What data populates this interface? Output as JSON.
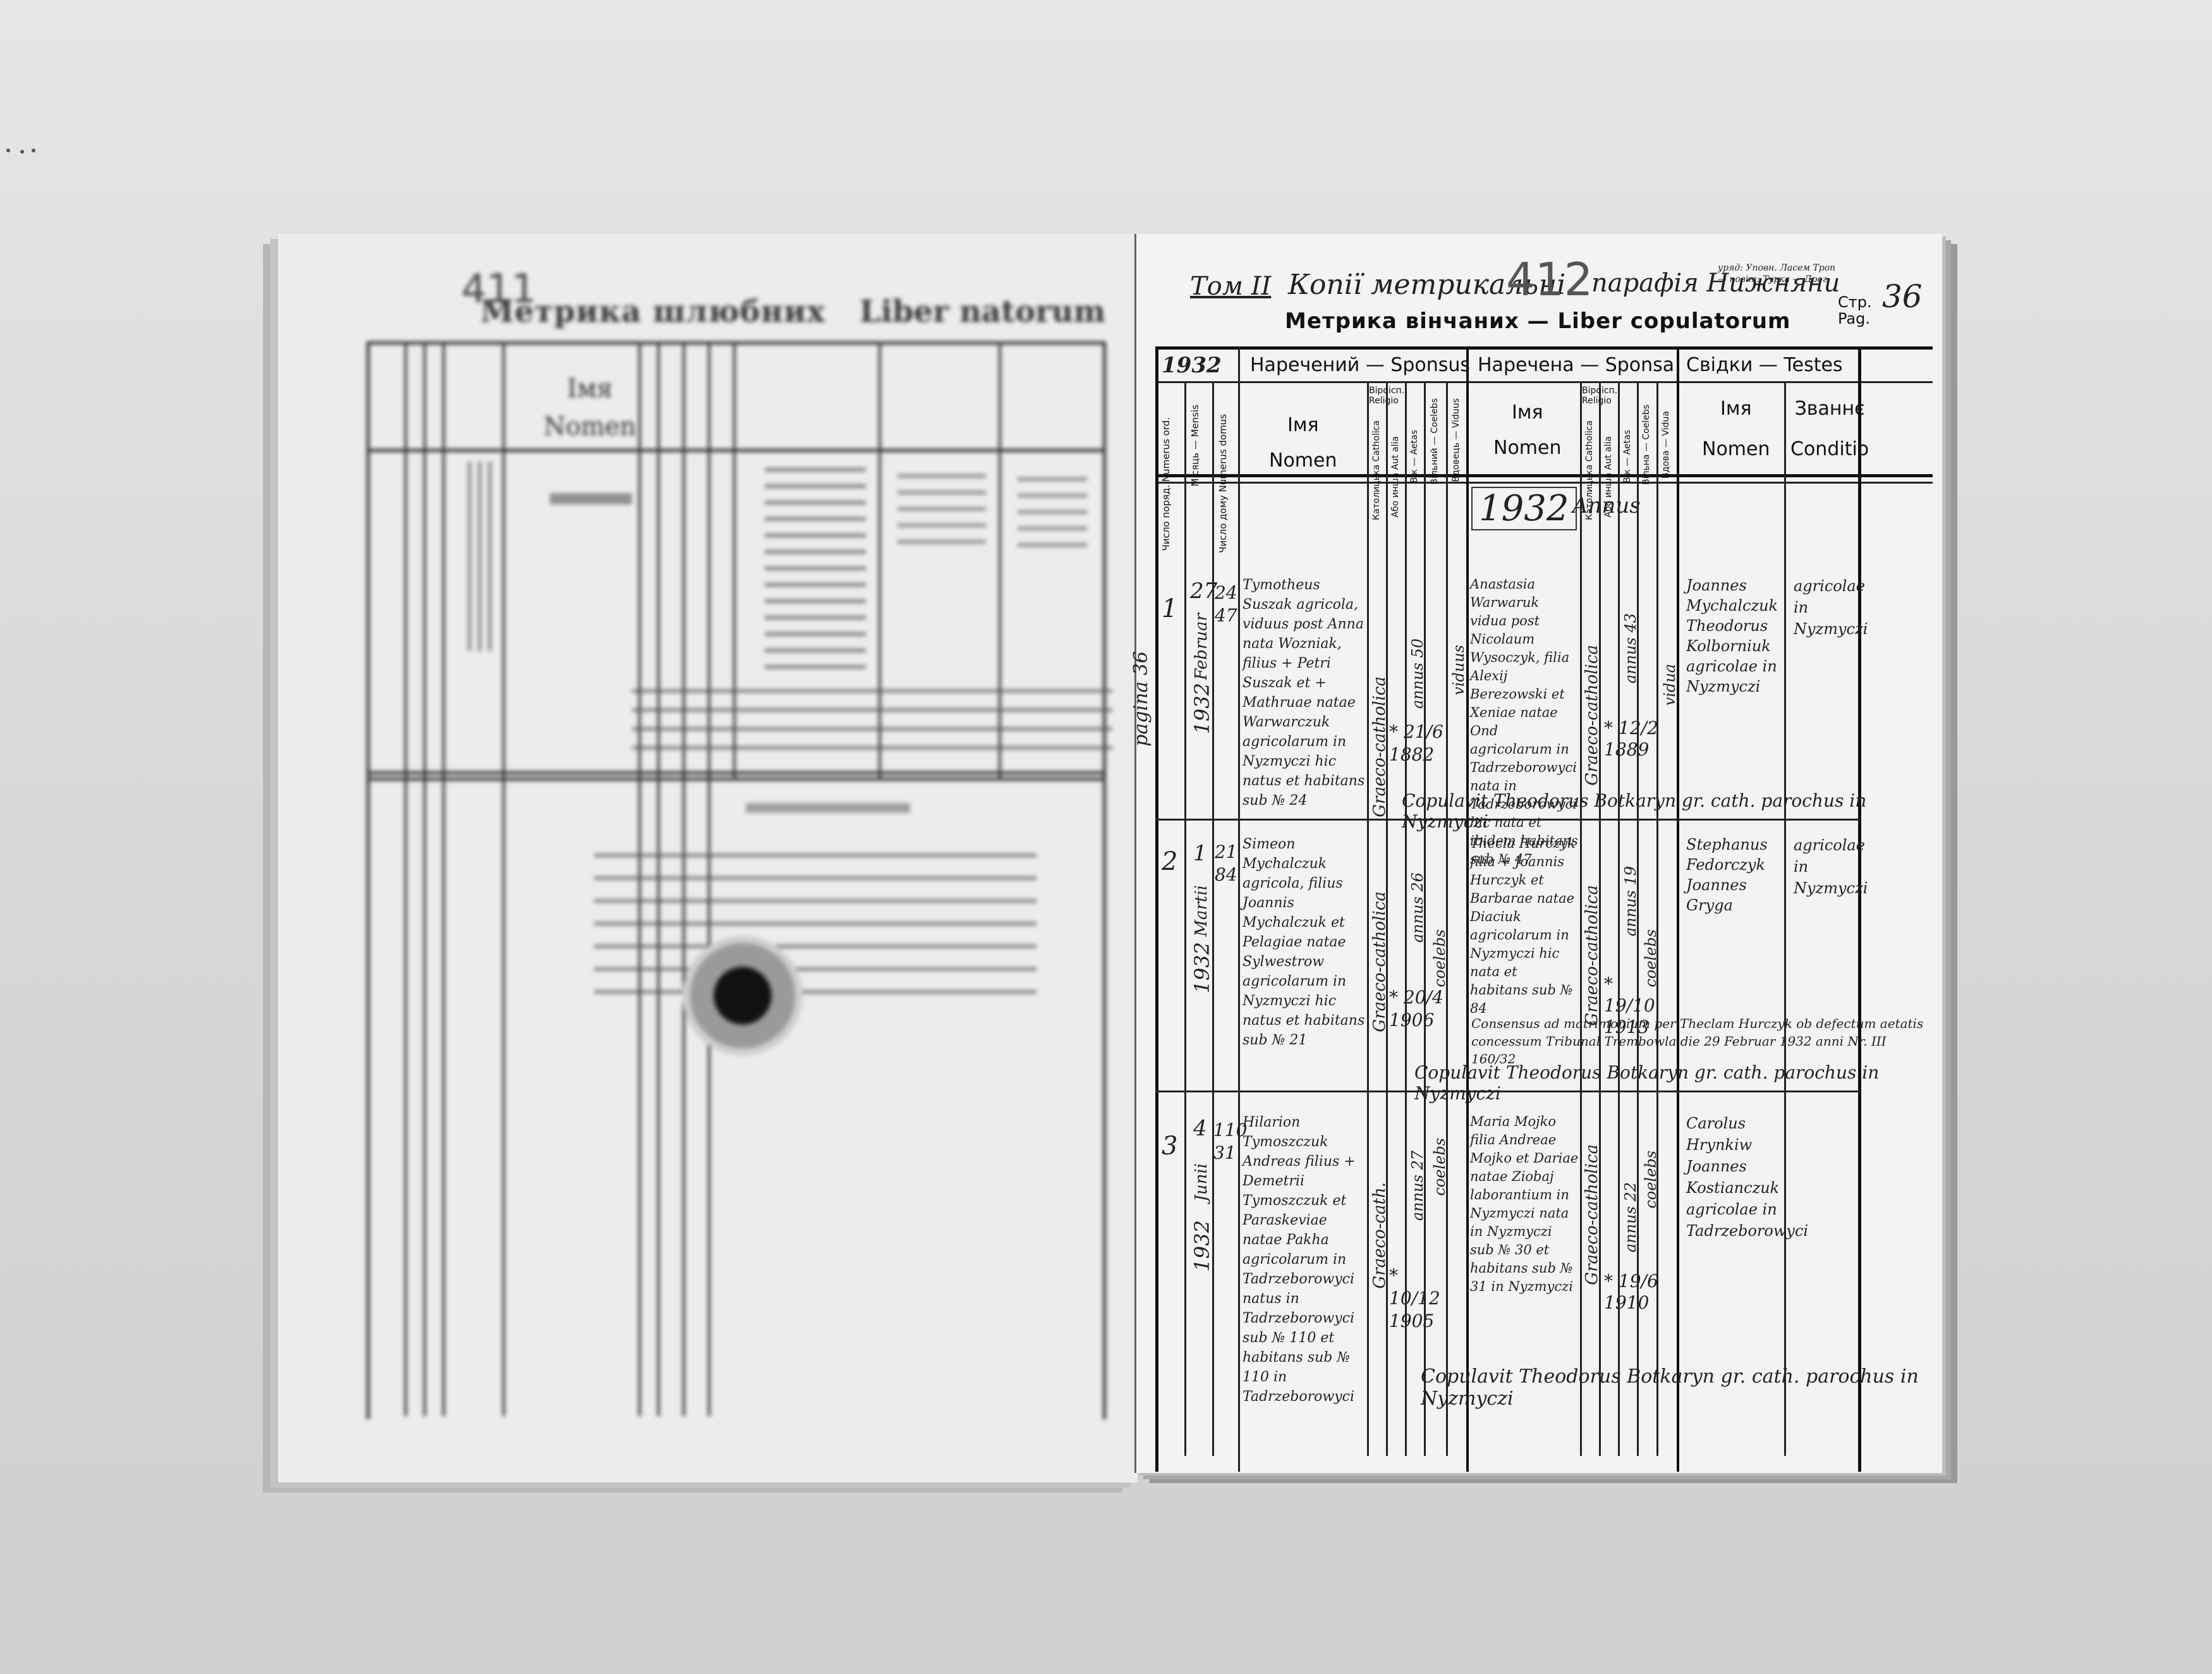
{
  "left_page": {
    "page_number": "411",
    "title": "Метрика шлюбних",
    "title_latin": "Liber natorum",
    "imya": "Імя",
    "nomen": "Nomen"
  },
  "right_page": {
    "top_note": "Копії метрикальні",
    "page_number": "412",
    "tom": "Том II",
    "parish": "парафія Нижняни",
    "stamp_small": "уряд: Уповн. Ласем Троп — повіт: Турка — Дрог.",
    "str_label": "Стр.",
    "pag_label": "Pag.",
    "page_num_value": "36",
    "title": "Метрика вінчаних — Liber copulatorum",
    "year_corner": "1932",
    "headers": {
      "groom": "Наречений — Sponsus",
      "bride": "Наречена — Sponsa",
      "witnesses": "Свідки — Testes",
      "imya": "Імя",
      "nomen": "Nomen",
      "zvannie": "Званнє",
      "conditio": "Conditio",
      "relig": "Віроісп. Religio",
      "num_order": "Число поряд. Numerus ord.",
      "month": "Місяць — Mensis",
      "num_house": "Число дому Numerus domus",
      "catholic": "Католицька Catholica",
      "or_other": "Або инша Aut alia",
      "age": "Вік — Aetas",
      "free": "Вільний — Coelebs",
      "widower": "Вдовець — Viduus",
      "free_f": "Вільна — Coelebs",
      "widow": "Вдова — Vidua"
    },
    "margin_note": "pagina 36",
    "year_written": "1932",
    "annus": "Annus",
    "entries": [
      {
        "num": "1",
        "day": "27",
        "month": "Februar",
        "year": "1932",
        "house": "24 47",
        "groom": "Tymotheus Suszak agricola, viduus post Anna nata Wozniak, filius + Petri Suszak et + Mathruae natae Warwarczuk agricolarum in Nyzmyczi hic natus et habitans sub № 24",
        "groom_relig": "Graeco-catholica",
        "groom_age": "annus 50",
        "groom_status": "viduus",
        "groom_born": "* 21/6 1882",
        "bride": "Anastasia Warwaruk vidua post Nicolaum Wysoczyk, filia Alexij Berezowski et Xeniae natae Ond agricolarum in Tadrzeborowyci nata in Tadrzeborowyci hic nata et ibidem habitans sub № 47",
        "bride_relig": "Graeco-catholica",
        "bride_age": "annus 43",
        "bride_status": "vidua",
        "bride_born": "* 12/2 1889",
        "witnesses": "Joannes Mychalczuk Theodorus Kolborniuk agricolae in Nyzmyczi",
        "witness_cond": "agricolae in Nyzmyczi",
        "copulavit": "Copulavit Theodorus Botkaryn gr. cath. parochus in Nyzmyczi"
      },
      {
        "num": "2",
        "day": "1",
        "month": "Martii",
        "year": "1932",
        "house": "21 84",
        "groom": "Simeon Mychalczuk agricola, filius Joannis Mychalczuk et Pelagiae natae Sylwestrow agricolarum in Nyzmyczi hic natus et habitans sub № 21",
        "groom_relig": "Graeco-catholica",
        "groom_age": "annus 26",
        "groom_status": "coelebs",
        "groom_born": "* 20/4 1906",
        "bride": "Thecla Hurczyk filia + Joannis Hurczyk et Barbarae natae Diaciuk agricolarum in Nyzmyczi hic nata et habitans sub № 84",
        "bride_relig": "Graeco-catholica",
        "bride_age": "annus 19",
        "bride_status": "coelebs",
        "bride_born": "* 19/10 1913",
        "witnesses": "Stephanus Fedorczyk Joannes Gryga",
        "witness_cond": "agricolae in Nyzmyczi",
        "note": "Consensus ad matrimonium per Theclam Hurczyk ob defectum aetatis concessum Tribunal Trembowla die 29 Februar 1932 anni Nr. III 160/32",
        "copulavit": "Copulavit Theodorus Botkaryn gr. cath. parochus in Nyzmyczi"
      },
      {
        "num": "3",
        "day": "4",
        "month": "Junii",
        "year": "1932",
        "house": "110 31",
        "groom": "Hilarion Tymoszczuk Andreas filius + Demetrii Tymoszczuk et Paraskeviae natae Pakha agricolarum in Tadrzeborowyci natus in Tadrzeborowyci sub № 110 et habitans sub № 110 in Tadrzeborowyci",
        "groom_relig": "Graeco-cath.",
        "groom_age": "annus 27",
        "groom_status": "coelebs",
        "groom_born": "* 10/12 1905",
        "bride": "Maria Mojko filia Andreae Mojko et Dariae natae Ziobaj laborantium in Nyzmyczi nata in Nyzmyczi sub № 30 et habitans sub № 31 in Nyzmyczi",
        "bride_relig": "Graeco-catholica",
        "bride_age": "annus 22",
        "bride_status": "coelebs",
        "bride_born": "* 19/6 1910",
        "witnesses": "Carolus Hrynkiw Joannes Kostianczuk agricolae in Tadrzeborowyci",
        "witness_cond": "",
        "copulavit": "Copulavit Theodorus Botkaryn gr. cath. parochus in Nyzmyczi"
      }
    ]
  }
}
